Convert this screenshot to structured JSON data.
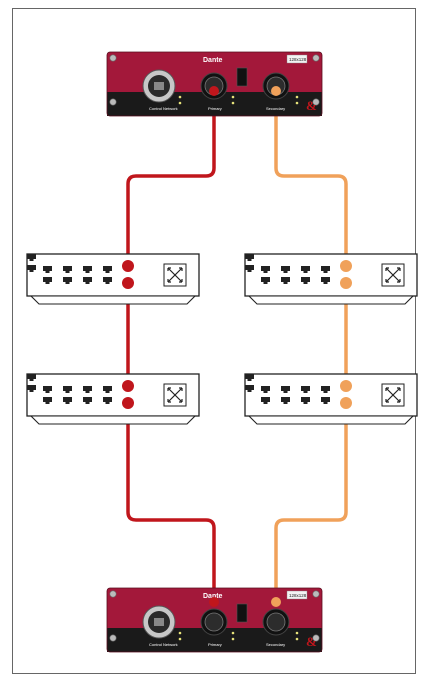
{
  "diagram": {
    "cards": [
      {
        "id": "top",
        "brand": "Dante",
        "model": "128x128",
        "port_labels": [
          "Control Network",
          "Primary",
          "Secondary"
        ],
        "logo": "&"
      },
      {
        "id": "bottom",
        "brand": "Dante",
        "model": "128x128",
        "port_labels": [
          "Control Network",
          "Primary",
          "Secondary"
        ],
        "logo": "&"
      }
    ],
    "switches": [
      {
        "id": "primary-switch-1",
        "network": "primary"
      },
      {
        "id": "secondary-switch-1",
        "network": "secondary"
      },
      {
        "id": "primary-switch-2",
        "network": "primary"
      },
      {
        "id": "secondary-switch-2",
        "network": "secondary"
      }
    ],
    "colors": {
      "primary_cable": "#c0161c",
      "secondary_cable": "#f0a15a",
      "card_red": "#a3183a",
      "card_black": "#1a1a1a",
      "switch_outline": "#222222"
    },
    "icons": {
      "switch_symbol": "network-switch-icon",
      "port": "ethernet-port-icon",
      "connector": "ethercon-connector-icon"
    }
  }
}
